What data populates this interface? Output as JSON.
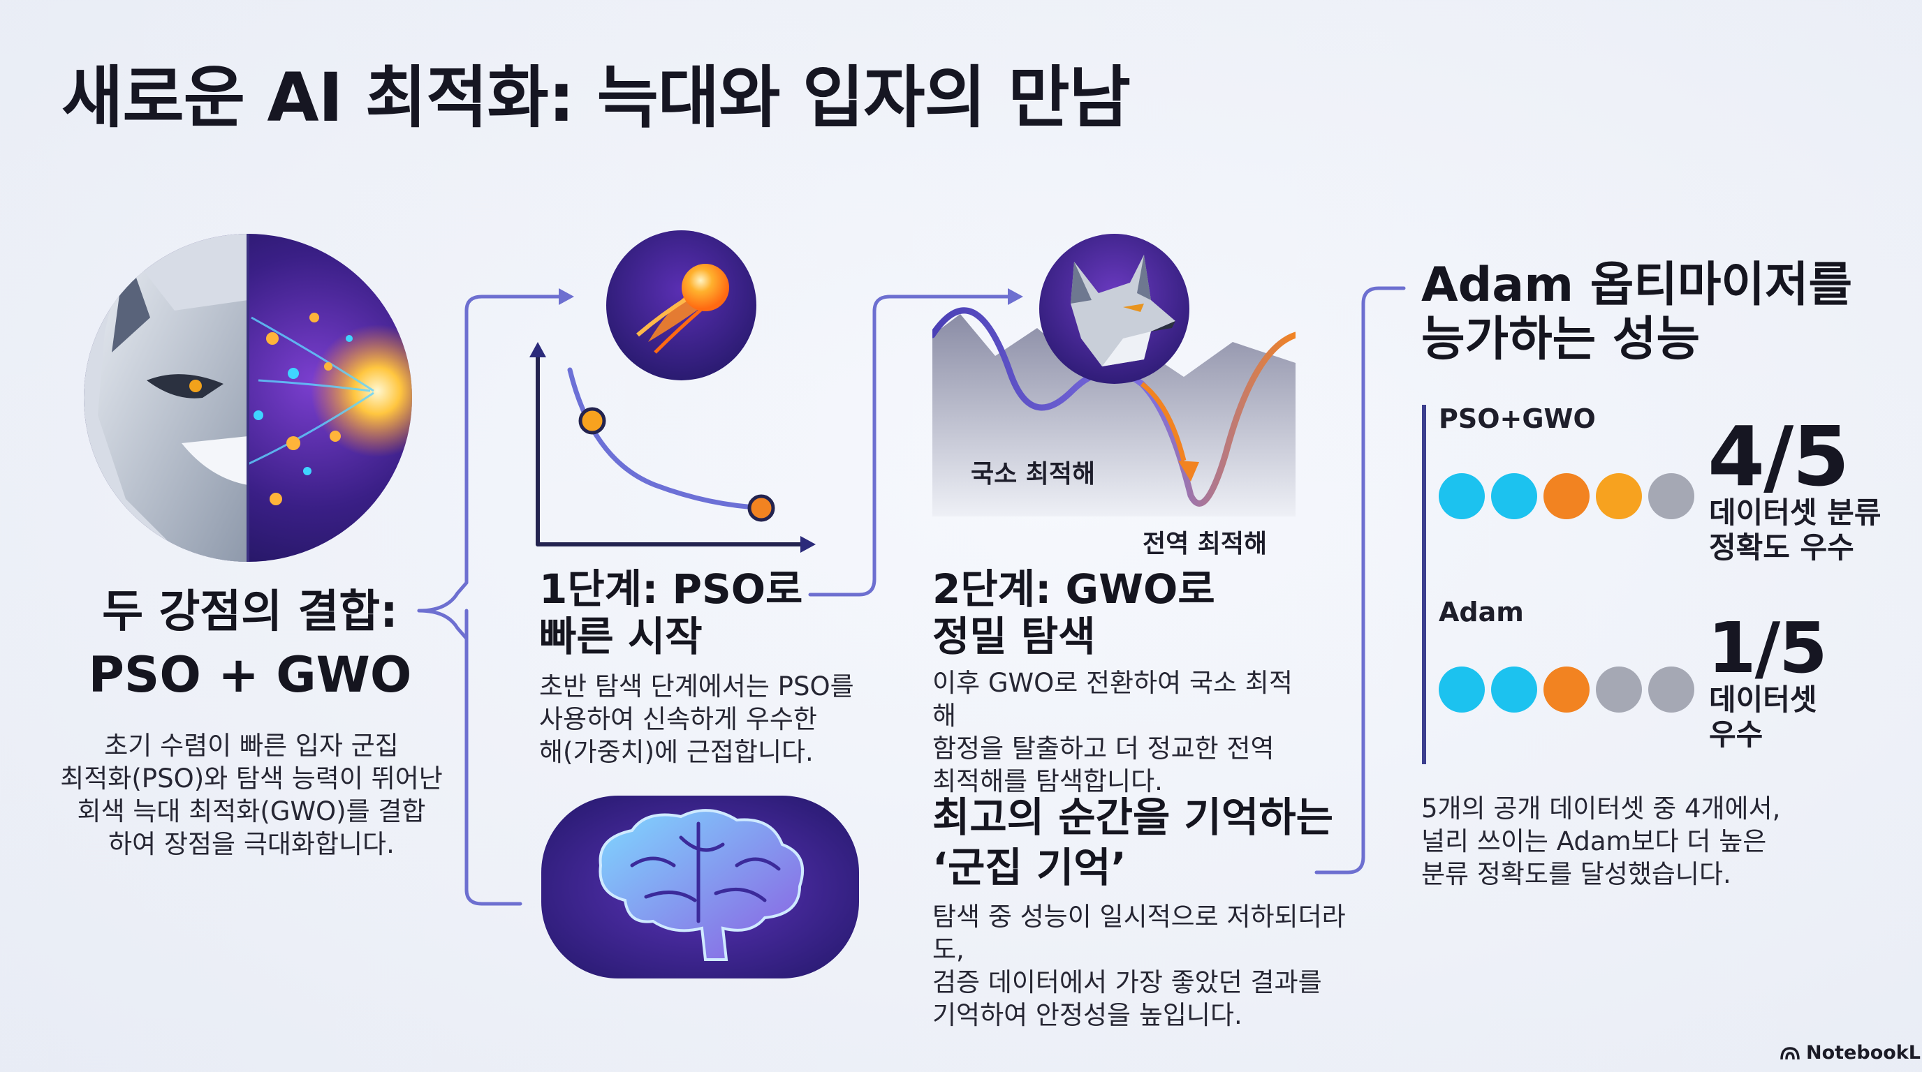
{
  "header": {
    "title": "새로운 AI 최적화: 늑대와 입자의 만남"
  },
  "combination": {
    "title_line1": "두 강점의 결합:",
    "title_line2": "PSO + GWO",
    "body": [
      "초기 수렴이 빠른 입자 군집",
      "최적화(PSO)와 탐색 능력이 뛰어난",
      "회색 늑대 최적화(GWO)를 결합",
      "하여 장점을 극대화합니다."
    ]
  },
  "stage1": {
    "title_line1": "1단계: PSO로",
    "title_line2": "빠른 시작",
    "body": [
      "초반 탐색 단계에서는 PSO를",
      "사용하여 신속하게 우수한",
      "해(가중치)에 근접합니다."
    ]
  },
  "stage2": {
    "title_line1": "2단계: GWO로",
    "title_line2": "정밀 탐색",
    "body": [
      "이후 GWO로 전환하여 국소 최적해",
      "함정을 탈출하고 더 정교한 전역",
      "최적해를 탐색합니다."
    ],
    "local_label": "국소 최적해",
    "global_label": "전역 최적해"
  },
  "memory": {
    "title_line1": "최고의 순간을 기억하는",
    "title_line2": "‘군집 기억’",
    "body": [
      "탐색 중 성능이 일시적으로 저하되더라도,",
      "검증 데이터에서 가장 좋았던 결과를",
      "기억하여 안정성을 높입니다."
    ]
  },
  "performance": {
    "title_line1": "Adam 옵티마이저를",
    "title_line2": "능가하는 성능",
    "rows": [
      {
        "label": "PSO+GWO",
        "score": "4/5",
        "caption_line1": "데이터셋 분류",
        "caption_line2": "정확도 우수",
        "dots": [
          "cyan",
          "cyan",
          "orange",
          "orange",
          "gray"
        ],
        "wins": 4,
        "total": 5
      },
      {
        "label": "Adam",
        "score": "1/5",
        "caption_line1": "데이터셋",
        "caption_line2": "우수",
        "dots": [
          "cyan",
          "cyan",
          "orange",
          "gray",
          "gray"
        ],
        "wins": 1,
        "total": 5
      }
    ],
    "summary": [
      "5개의 공개 데이터셋 중 4개에서,",
      "널리 쓰이는 Adam보다 더 높은",
      "분류 정확도를 달성했습니다."
    ]
  },
  "footer": {
    "brand": "NotebookLM"
  },
  "colors": {
    "accent": "#6b6fd2",
    "cyan": "#1cc2ef",
    "orange": "#f28321",
    "gray": "#a5a8b4",
    "purple": "#4b2a8e"
  },
  "icons": [
    "wolf-particle-hero-icon",
    "comet-icon",
    "wolf-head-icon",
    "brain-icon",
    "notebooklm-logo-icon"
  ]
}
